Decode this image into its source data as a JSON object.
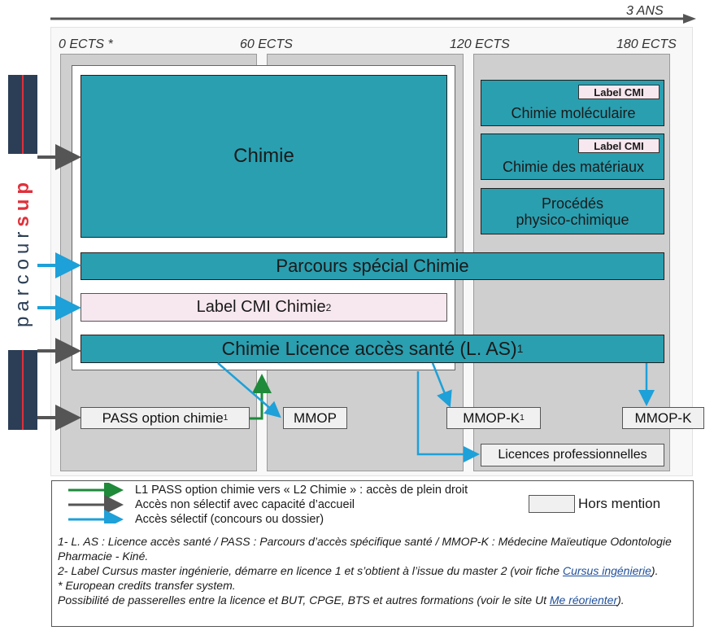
{
  "timeline": {
    "label": "3 ANS"
  },
  "ects": [
    "0 ECTS *",
    "60 ECTS",
    "120 ECTS",
    "180 ECTS"
  ],
  "parcoursup": {
    "letters_dark": "parcour",
    "letters_red": "sup"
  },
  "programs": {
    "chimie": "Chimie",
    "special": "Parcours spécial Chimie",
    "cmi": "Label CMI Chimie",
    "cmi_sup": "2",
    "las": "Chimie Licence accès santé (L. AS)",
    "las_sup": "1",
    "pass": "PASS option chimie",
    "pass_sup": "1"
  },
  "l3": {
    "tag": "Label CMI",
    "mol": "Chimie moléculaire",
    "mat": "Chimie des matériaux",
    "proc1": "Procédés",
    "proc2": "physico-chimique"
  },
  "exits": {
    "mmop": "MMOP",
    "mmopk1": "MMOP-K",
    "mmopk1_sup": "1",
    "mmopk2": "MMOP-K",
    "lp": "Licences professionnelles"
  },
  "legend": {
    "green": "L1 PASS option chimie vers « L2 Chimie » : accès de plein droit",
    "gray": "Accès non sélectif avec capacité d’accueil",
    "blue": "Accès sélectif (concours ou dossier)",
    "hors": "Hors mention"
  },
  "colors": {
    "teal": "#2a9fb0",
    "green": "#1e8a3a",
    "blue": "#1ea0d8",
    "arrow_gray": "#555555",
    "parcoursup_red": "#e0303a",
    "parcoursup_navy": "#2c3e55"
  },
  "footnotes": {
    "f1": "1- L. AS : Licence accès santé / PASS : Parcours d’accès spécifique santé / MMOP-K : Médecine Maïeutique Odontologie Pharmacie - Kiné.",
    "f2": "2- Label Cursus master ingénierie, démarre en licence 1 et s’obtient à l’issue du master 2 (voir fiche",
    "f2_link": "Cursus ingénierie",
    "f2_end": ").",
    "f3": "* European credits transfer system.",
    "f4": "Possibilité de passerelles entre la licence et BUT, CPGE, BTS et autres formations (voir le site Ut",
    "f4_link": "Me réorienter",
    "f4_end": ")."
  }
}
